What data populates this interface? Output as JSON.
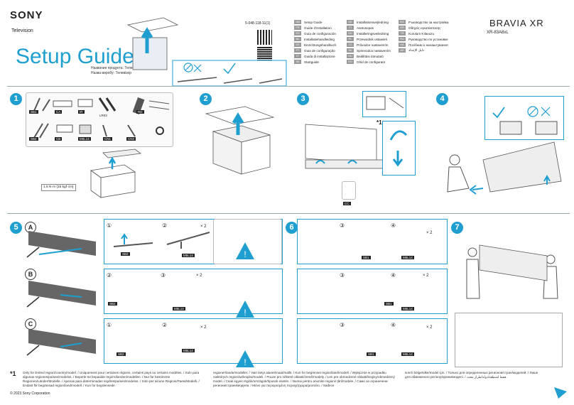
{
  "header": {
    "brand": "SONY",
    "category": "Television",
    "title": "Setup Guide",
    "subtitle_lines": [
      "Название продукта: Телевизор",
      "Назва виробу: Телевізор"
    ],
    "part_number": "5-048-118-11(1)",
    "product_name": "BRAVIA XR",
    "model": "XR-83A8xL"
  },
  "languages": {
    "col1": [
      {
        "code": "GB",
        "label": "Setup Guide"
      },
      {
        "code": "FR",
        "label": "Guide d'installation"
      },
      {
        "code": "ES",
        "label": "Guía de configuración"
      },
      {
        "code": "NL",
        "label": "Installatiehandleiding"
      },
      {
        "code": "DE",
        "label": "Einrichtungshandbuch"
      },
      {
        "code": "PT",
        "label": "Guia de configuração"
      },
      {
        "code": "IT",
        "label": "Guida di installazione"
      },
      {
        "code": "SE",
        "label": "Startguide"
      }
    ],
    "col2": [
      {
        "code": "DK",
        "label": "Installationsvejledning"
      },
      {
        "code": "FI",
        "label": "Asetusopas"
      },
      {
        "code": "NO",
        "label": "Installeringsveiledning"
      },
      {
        "code": "PL",
        "label": "Przewodnik ustawień"
      },
      {
        "code": "CZ",
        "label": "Průvodce nastavením"
      },
      {
        "code": "SK",
        "label": "Sprievodca nastavením"
      },
      {
        "code": "HU",
        "label": "Beállítási útmutató"
      },
      {
        "code": "RO",
        "label": "Ghid de configurare"
      }
    ],
    "col3": [
      {
        "code": "BG",
        "label": "Ръководство за настройка"
      },
      {
        "code": "GR",
        "label": "Οδηγός εγκατάστασης"
      },
      {
        "code": "TR",
        "label": "Kurulum Kılavuzu"
      },
      {
        "code": "RU",
        "label": "Руководство по установке"
      },
      {
        "code": "UA",
        "label": "Посібник із налаштування"
      },
      {
        "code": "AR",
        "label": "دليل الإعداد"
      }
    ]
  },
  "steps": {
    "s1": "1",
    "s2": "2",
    "s3": "3",
    "s4": "4",
    "s5": "5",
    "s6": "6",
    "s7": "7",
    "A": "A",
    "B": "B",
    "C": "C",
    "sub1": "①",
    "sub2": "②",
    "sub3": "③",
    "sub4": "④"
  },
  "parts": {
    "SB1": "SB1",
    "CA": "CA",
    "IR": "IR",
    "LR03": "LR03",
    "RD": "RD",
    "SB2": "SB2",
    "CB": "CB",
    "M5L14": "M5L14",
    "CN1": "CN1",
    "CN2": "CN2",
    "CC": "CC"
  },
  "torque": "1.5 N·m {15 kgf·cm}",
  "times2": "× 2",
  "asterisk": "*1",
  "footer": {
    "col1": "Only for limited region/country/model. / Uniquement pour certaines régions, certains pays ou certains modèles. / Solo para algunas regiones/países/modelos. / Beperkt tot bepaalde regio's/landen/modellen. / Nur für bestimmte Regionen/Länder/Modelle. / Apenas para determinadas regiões/países/modelos. / Solo per alcune Regioni/Paesi/Modelli. / Endast för begränsad region/land/modell. / Kun for begrænsede",
    "col2": "regioner/lande/modeller. / Vain tietyt alueet/maat/mallit. / Kun for begrenset region/land/modell. / Wyłącznie w przypadku niektórych regionów/krajów/modeli. / Pouze pro některé oblasti/země/modely. / Len pre obmedzené oblasti/krajiny/obmedzený model. / Csak egyes régiók/országok/típusok esetén. / Numai pentru anumite regiuni/ țări/modele. / Само за ограничени региони/страни/модели. / Μόνο για περιορισμένη περιοχή/χώρα/μοντέλο. / Sadece",
    "col3": "sınırlı bölge/ülke/model için. / Только для определенных регионов/стран/моделей. / Лише для обмеженого регіону/країни/моделі. / فقط لمنطقة/دولة/طراز محدد.",
    "copyright": "© 2023 Sony Corporation"
  }
}
